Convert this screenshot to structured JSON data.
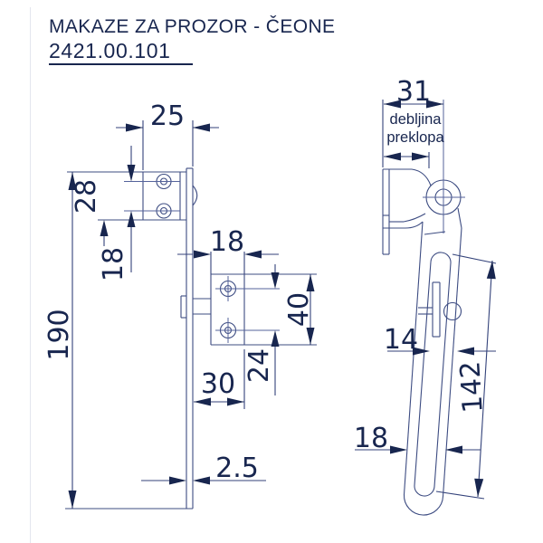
{
  "title": {
    "line1": "MAKAZE ZA PROZOR - ČEONE",
    "line2": "2421.00.101"
  },
  "front_view": {
    "dim_top_width": "25",
    "dim_hole_spacing_top": "28",
    "dim_hole_edge": "18",
    "dim_total_height": "190",
    "dim_bracket_width": "18",
    "dim_bracket_height": "40",
    "dim_bracket_hole_spacing": "24",
    "dim_bracket_offset": "30",
    "dim_plate_thickness": "2.5"
  },
  "side_view": {
    "dim_overlap_depth": "31",
    "overlap_note_line1": "debljina",
    "overlap_note_line2": "preklopa",
    "dim_pin_offset": "14",
    "dim_slot_length": "142",
    "dim_arm_width": "18"
  },
  "colors": {
    "ink": "#18264f",
    "line": "#3d4c82",
    "background": "#ffffff"
  }
}
